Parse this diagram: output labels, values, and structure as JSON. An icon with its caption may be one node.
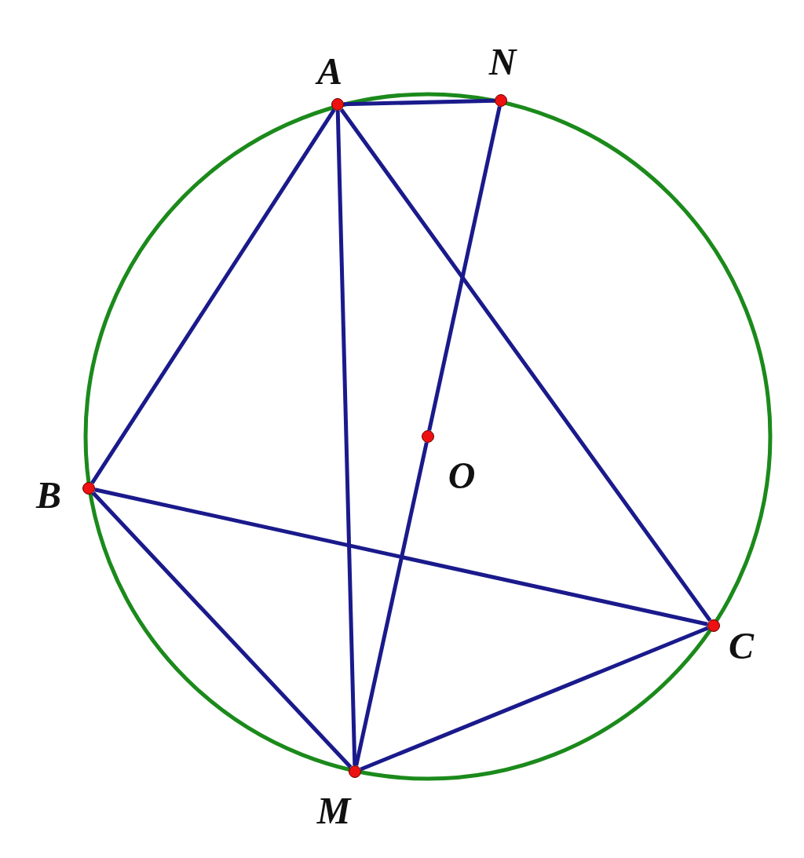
{
  "diagram": {
    "nodes": [
      {
        "text": [
          "A"
        ]
      },
      {
        "text": [
          "N"
        ]
      },
      {
        "text": [
          "O"
        ]
      },
      {
        "text": [
          "B"
        ]
      },
      {
        "text": [
          "C"
        ]
      },
      {
        "text": [
          "M"
        ]
      }
    ],
    "edges": [
      {
        "from": 0,
        "to": 1,
        "arrow": "none"
      },
      {
        "from": 0,
        "to": 3,
        "arrow": "none"
      },
      {
        "from": 0,
        "to": 5,
        "arrow": "none"
      },
      {
        "from": 0,
        "to": 4,
        "arrow": "none"
      },
      {
        "from": 1,
        "to": 2,
        "arrow": "none"
      },
      {
        "from": 2,
        "to": 5,
        "arrow": "none"
      },
      {
        "from": 3,
        "to": 4,
        "arrow": "none"
      },
      {
        "from": 3,
        "to": 5,
        "arrow": "none"
      },
      {
        "from": 5,
        "to": 4,
        "arrow": "none"
      }
    ]
  }
}
